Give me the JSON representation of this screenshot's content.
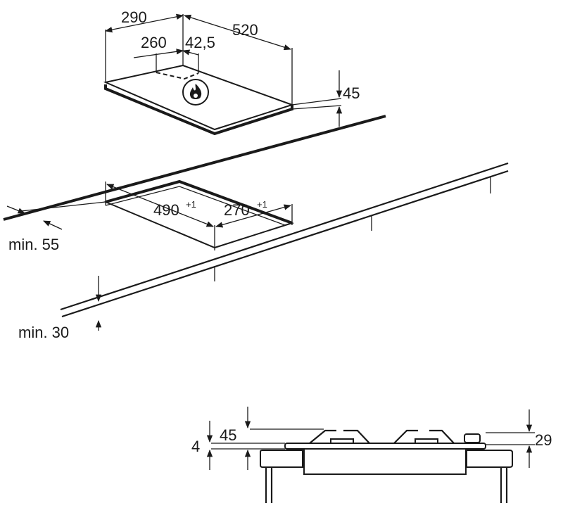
{
  "hob_dimensions": {
    "width_back": "290",
    "depth": "520",
    "inner_width": "260",
    "offset": "42,5",
    "hob_height": "45"
  },
  "cutout_dimensions": {
    "length": "490",
    "length_tolerance": "+1",
    "width": "270",
    "width_tolerance": "+1",
    "min_distance_to_back": "min. 55",
    "min_worktop_thickness": "min. 30"
  },
  "side_view": {
    "total_height": "45",
    "glass_thickness": "4",
    "under_worktop": "29"
  },
  "icons": {
    "gas_symbol": "gas-flame-icon"
  }
}
